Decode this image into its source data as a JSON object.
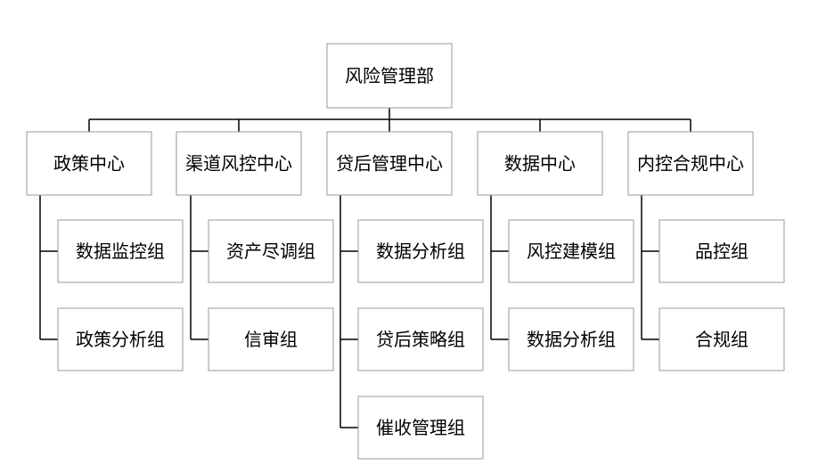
{
  "root": {
    "label": "风险管理部"
  },
  "centers": [
    {
      "label": "政策中心",
      "groups": [
        "数据监控组",
        "政策分析组"
      ]
    },
    {
      "label": "渠道风控中心",
      "groups": [
        "资产尽调组",
        "信审组"
      ]
    },
    {
      "label": "贷后管理中心",
      "groups": [
        "数据分析组",
        "贷后策略组",
        "催收管理组"
      ]
    },
    {
      "label": "数据中心",
      "groups": [
        "风控建模组",
        "数据分析组"
      ]
    },
    {
      "label": "内控合规中心",
      "groups": [
        "品控组",
        "合规组"
      ]
    }
  ]
}
